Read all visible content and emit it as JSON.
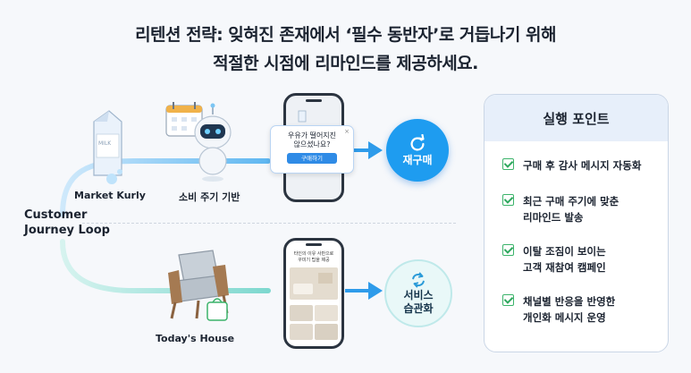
{
  "title": {
    "line1": "리텐션 전략: 잊혀진 존재에서 ‘필수 동반자’로 거듭나기 위해",
    "line2": "적절한 시점에 리마인드를 제공하세요."
  },
  "loop_label": {
    "line1": "Customer",
    "line2": "Journey Loop"
  },
  "top_flow": {
    "market_label": "Market Kurly",
    "cycle_label": "소비 주기 기반",
    "milk_text": "MILK",
    "notification": {
      "line1": "우유가 떨어지진",
      "line2": "않으셨나요?",
      "button": "구매하기",
      "close": "×"
    },
    "result": "재구매"
  },
  "bottom_flow": {
    "house_label": "Today's House",
    "phone_caption": {
      "line1": "타인의 이유 사만으로",
      "line2": "꾸미기 팁을 제공"
    },
    "result": {
      "line1": "서비스",
      "line2": "습관화"
    }
  },
  "panel": {
    "title": "실행 포인트",
    "items": [
      {
        "line1": "구매 후 감사 메시지 자동화",
        "line2": ""
      },
      {
        "line1": "최근 구매 주기에 맞춘",
        "line2": "리마인드 발송"
      },
      {
        "line1": "이탈 조짐이 보이는",
        "line2": "고객 재참여 캠페인"
      },
      {
        "line1": "채널별 반응을 반영한",
        "line2": "개인화 메시지 운영"
      }
    ]
  },
  "colors": {
    "accent": "#1e9cf0",
    "flow_top": "#7cc6f4",
    "flow_bottom": "#8fe0d8",
    "check": "#2fa85e"
  }
}
